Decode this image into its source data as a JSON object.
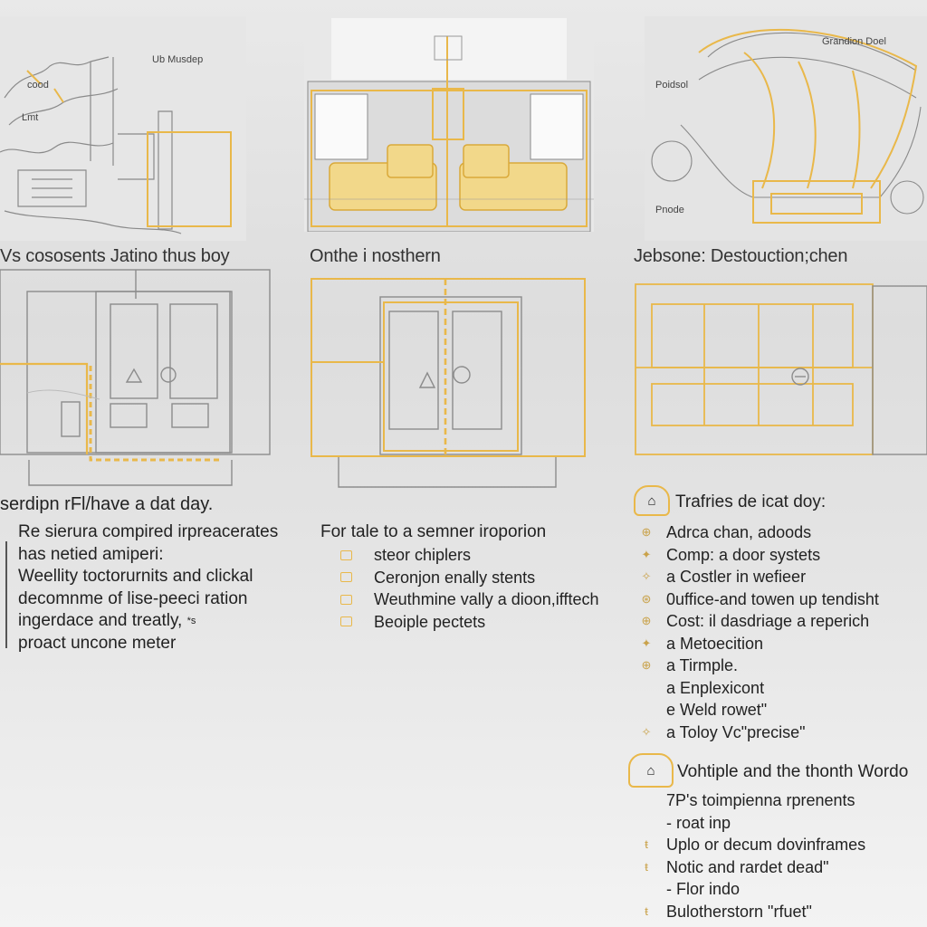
{
  "sketches": {
    "left": {
      "labels": [
        "Ub Musdep",
        "cood",
        "Lmt"
      ]
    },
    "middle": {
      "labels": []
    },
    "right": {
      "labels": [
        "Grandion Doel",
        "Poidsol",
        "Pnode"
      ]
    }
  },
  "headings": {
    "left": "Vs cososents Jatino thus boy",
    "middle": "Onthe i nosthern",
    "right": "Jebsone: Destouction;chen"
  },
  "left_text": {
    "title": "serdipn rFl/have a dat day.",
    "lines": [
      "Re sierura compired irpreacerates",
      "has netied amiperi:",
      "Weellity toctorurnits and clickal",
      "decomnme of lise-peeci ration",
      "ingerdace and treatly,",
      "proact uncone meter"
    ],
    "aside_mark": "*s"
  },
  "middle_text": {
    "title": "For tale to a semner iroporion",
    "items": [
      "steor chiplers",
      "Ceronjon enally stents",
      "Weuthmine vally a dioon,ifftech",
      "Beoiple pectets"
    ]
  },
  "right_top": {
    "icon": "⌂",
    "title": "Trafries de icat doy:",
    "items": [
      {
        "mark": "⊕",
        "text": "Adrca chan, adoods"
      },
      {
        "mark": "✦",
        "text": "Comp: a door systets"
      },
      {
        "mark": "✧",
        "text": "a  Costler in wefieer"
      },
      {
        "mark": "⊛",
        "text": "0uffice-and towen up tendisht"
      },
      {
        "mark": "⊕",
        "text": "Cost: il dasdriage a reperich"
      },
      {
        "mark": "✦",
        "text": "a  Metoecition"
      },
      {
        "mark": "⊕",
        "text": "a  Tirmple."
      },
      {
        "mark": "",
        "text": "a  Enplexicont"
      },
      {
        "mark": "",
        "text": "e  Weld rowet\""
      },
      {
        "mark": "✧",
        "text": "a  Toloy Vc\"precise\""
      }
    ]
  },
  "right_bottom": {
    "icon": "⌂",
    "title": "Vohtiple and the thonth Wordo",
    "items": [
      {
        "mark": "",
        "text": "7P's toimpienna rprenents"
      },
      {
        "mark": "",
        "text": "- roat inp"
      },
      {
        "mark": "ŧ",
        "text": "Uplo or decum dovinframes"
      },
      {
        "mark": "ŧ",
        "text": "Notic and rardet dead\""
      },
      {
        "mark": "",
        "text": "- Flor indo"
      },
      {
        "mark": "ŧ",
        "text": "Bulotherstorn \"rfuet\""
      }
    ]
  },
  "colors": {
    "accent": "#e9b84a",
    "line": "#8c8c8c",
    "text": "#222222"
  }
}
